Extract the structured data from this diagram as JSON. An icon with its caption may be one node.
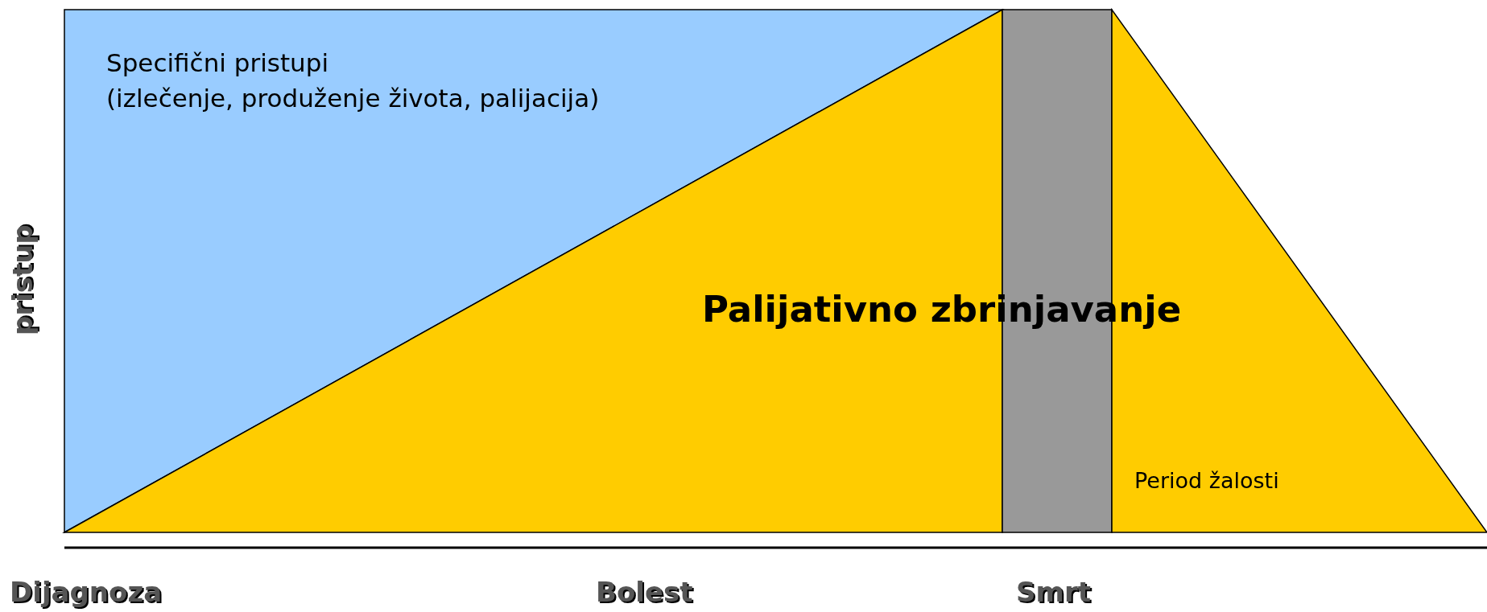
{
  "diagram": {
    "nodes": [
      {
        "text": [
          "Specifični pristupi",
          "(izlečenje, produženje života, palijacija)"
        ]
      },
      {
        "text": [
          "Palijativno zbrinjavanje"
        ]
      },
      {
        "text": [],
        "shape": "bar"
      },
      {
        "text": [
          "Period žalosti"
        ]
      }
    ],
    "labels": [
      "pristup",
      "Dijagnoza",
      "Bolest",
      "Smrt"
    ]
  }
}
